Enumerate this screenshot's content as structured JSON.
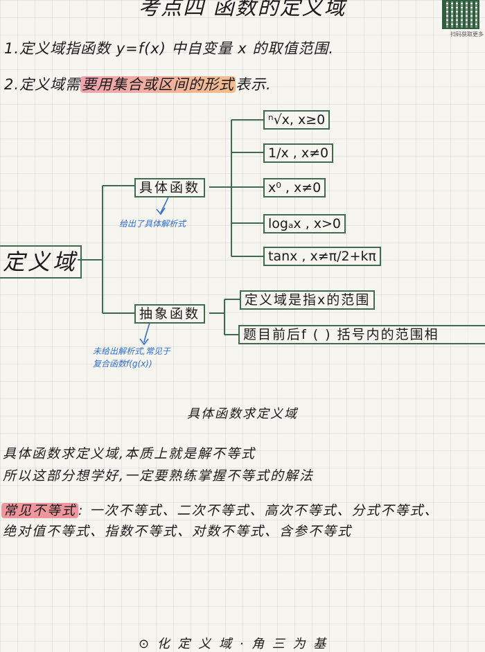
{
  "header": {
    "title": "考点四 函数的定义域",
    "qr_caption": "扫码获取更多"
  },
  "intro": {
    "line1": "1.定义域指函数 y=f(x) 中自变量 x 的取值范围.",
    "line2_prefix": "2.定义域需",
    "line2_highlight": "要用集合或区间的形式",
    "line2_suffix": "表示."
  },
  "mindmap": {
    "root": "定义域",
    "branch_concrete": "具体函数",
    "branch_concrete_note": "给出了具体解析式",
    "concrete_items": [
      "ⁿ√x, x≥0",
      "1/x , x≠0",
      "x⁰ , x≠0",
      "logₐx , x>0",
      "tanx , x≠π/2+kπ"
    ],
    "branch_abstract": "抽象函数",
    "branch_abstract_note_line1": "未给出解析式,常见于",
    "branch_abstract_note_line2": "复合函数f(g(x))",
    "abstract_items": [
      "定义域是指x的范围",
      "题目前后f ( ) 括号内的范围相"
    ]
  },
  "section": {
    "title": "具体函数求定义域",
    "line1": "具体函数求定义域,本质上就是解不等式",
    "line2": "所以这部分想学好,一定要熟练掌握不等式的解法",
    "line3_highlight": "常见不等式",
    "line3_rest": ": 一次不等式、二次不等式、高次不等式、分式不等式、",
    "line4": "绝对值不等式、指数不等式、对数不等式、含参不等式"
  },
  "footer": {
    "bottom_text": "⊙ 化 定 义 域 · 角 三 为 基"
  }
}
